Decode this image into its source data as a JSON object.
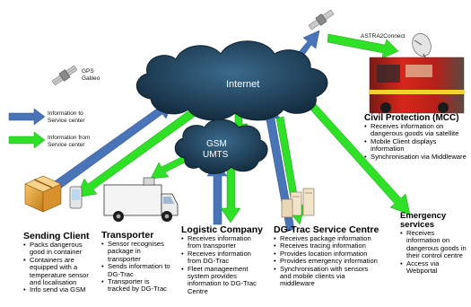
{
  "labels": {
    "gps": "GPS",
    "galileo": "Galileo",
    "astra": "ASTRA2Connect",
    "internet": "Internet",
    "gsm": "GSM",
    "umts": "UMTS"
  },
  "legend": [
    {
      "label": "Information to\nService center",
      "color": "#4a74b8"
    },
    {
      "label": "Information from\nService center",
      "color": "#2ee026"
    }
  ],
  "colors": {
    "arrow_to": "#4a74b8",
    "arrow_from": "#2ee026",
    "cloud": "#1f3f58"
  },
  "nodes": {
    "sending_client": {
      "title": "Sending Client",
      "bullets": [
        "Packs dangerous good in container",
        "Containers are equipped with a temperature sensor and localisation",
        "Info send via GSM"
      ]
    },
    "transporter": {
      "title": "Transporter",
      "bullets": [
        "Sensor recognises package in transporter",
        "Sends information to DG-Trac",
        "Transporter is tracked by DG-Trac"
      ]
    },
    "logistic": {
      "title": "Logistic Company",
      "bullets": [
        "Receives information from transporter",
        "Receives information from DG-Trac",
        "Fleet manageement system provides information to DG-Trac Centre"
      ]
    },
    "service_centre": {
      "title": "DG-Trac Service Centre",
      "bullets": [
        "Receives package information",
        "Receives tracing information",
        "Provides location information",
        "Provides emergency information",
        "Synchronisation with sensors and mobile clients via middleware"
      ]
    },
    "civil": {
      "title": "Civil Protection (MCC)",
      "bullets": [
        "Receives information on dangerous goods via satellite",
        "Mobile Client displays information",
        "Synchronisation via Middleware"
      ]
    },
    "emergency": {
      "title": "Emergency services",
      "bullets": [
        "Receives information on dangerous goods in their control centre",
        "Access via Webportal"
      ]
    }
  }
}
